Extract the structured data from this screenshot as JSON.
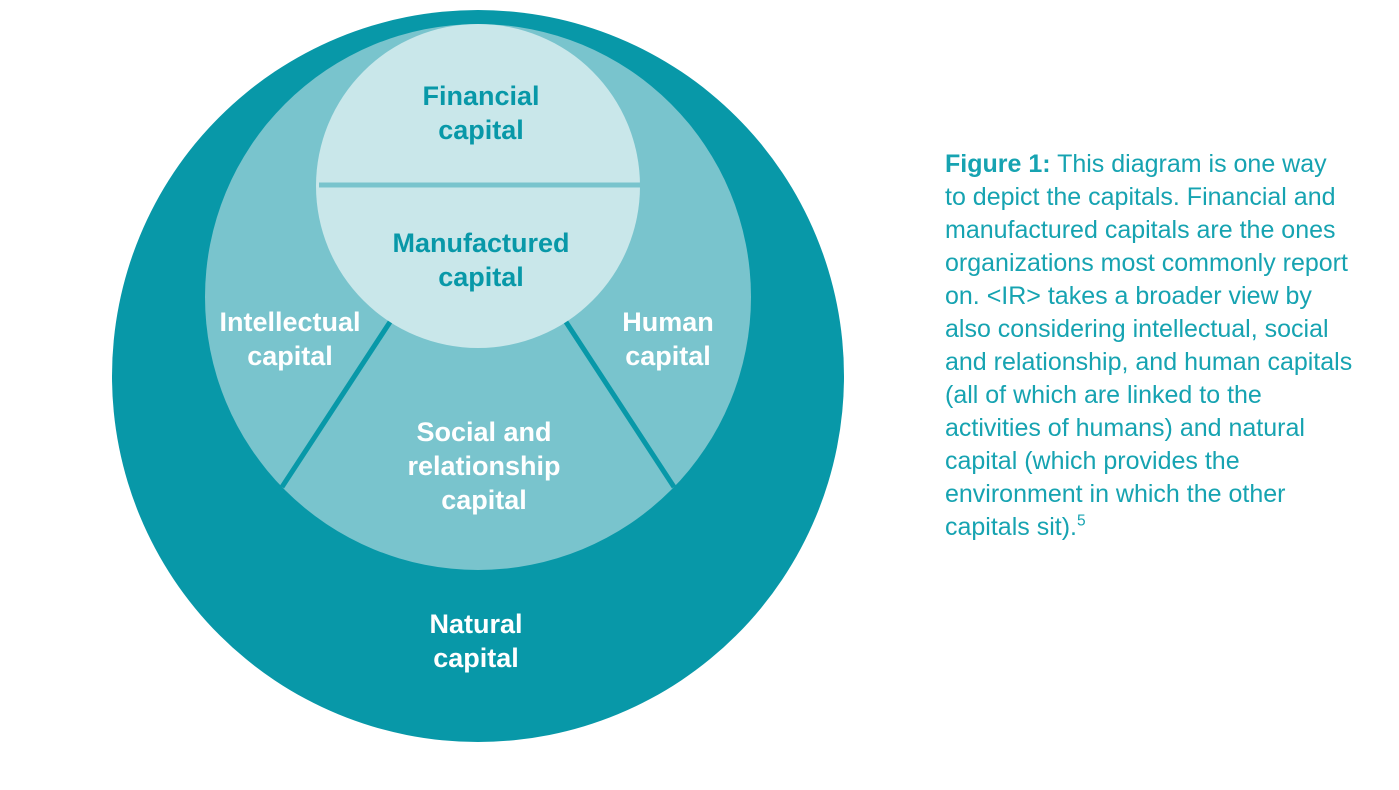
{
  "diagram": {
    "colors": {
      "outer_circle": "#0898a8",
      "middle_circle": "#79c4cd",
      "inner_circle": "#c9e7ea",
      "segment_divider": "#0898a8",
      "inner_divider": "#79c4cd",
      "label_dark": "#0898a8",
      "label_light": "#ffffff",
      "caption_text": "#16a3b1"
    },
    "labels": {
      "financial": [
        "Financial",
        "capital"
      ],
      "manufactured": [
        "Manufactured",
        "capital"
      ],
      "intellectual": [
        "Intellectual",
        "capital"
      ],
      "human": [
        "Human",
        "capital"
      ],
      "social": [
        "Social and",
        "relationship",
        "capital"
      ],
      "natural": [
        "Natural",
        "capital"
      ]
    }
  },
  "caption": {
    "label": "Figure 1:",
    "body": " This diagram is one way to depict the capitals. Financial and manufactured capitals are the ones organizations most commonly report on. <IR> takes a broader view by also considering intellectual, social and relationship, and human capitals (all of which are linked to the activities of humans) and natural capital (which provides the environment in which the other capitals sit).",
    "footnote": "5"
  }
}
